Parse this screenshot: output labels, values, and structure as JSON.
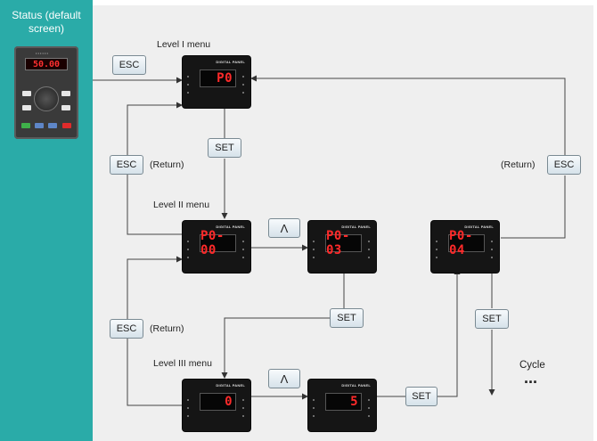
{
  "sidebar": {
    "title_line1": "Status (default",
    "title_line2": "screen)",
    "keypad_display": "50.00"
  },
  "labels": {
    "level1": "Level I menu",
    "level2": "Level II menu",
    "level3": "Level III menu",
    "cycle": "Cycle",
    "ellipsis": "..."
  },
  "keys": {
    "esc": "ESC",
    "set": "SET",
    "up": "Λ",
    "return": "(Return)"
  },
  "panels": {
    "brand": "DIGITAL PANEL",
    "p0": "P0",
    "p0_00": "P0-00",
    "p0_03": "P0-03",
    "p0_04": "P0-04",
    "val0": "0",
    "val5": "5"
  },
  "colors": {
    "sidebar": "#2aaba8",
    "background": "#efefef",
    "led": "#ff2a2a",
    "panel": "#151515"
  }
}
